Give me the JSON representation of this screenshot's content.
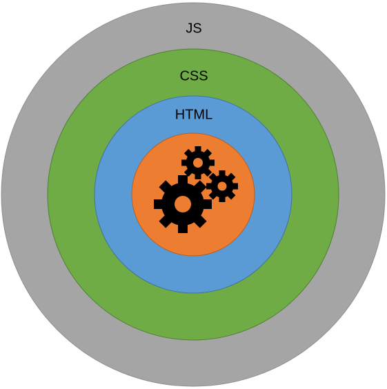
{
  "diagram": {
    "rings": [
      {
        "key": "js",
        "label": "JS",
        "fill": "#a5a5a5",
        "stroke": "#8f8f8f"
      },
      {
        "key": "css",
        "label": "CSS",
        "fill": "#6fac46",
        "stroke": "#4f7f31"
      },
      {
        "key": "html",
        "label": "HTML",
        "fill": "#5b9bd5",
        "stroke": "#41719c"
      },
      {
        "key": "core",
        "label": "",
        "fill": "#ed7d31",
        "stroke": "#b45e24"
      }
    ],
    "core_icon": "gears-icon",
    "icon_color": "#000000"
  }
}
